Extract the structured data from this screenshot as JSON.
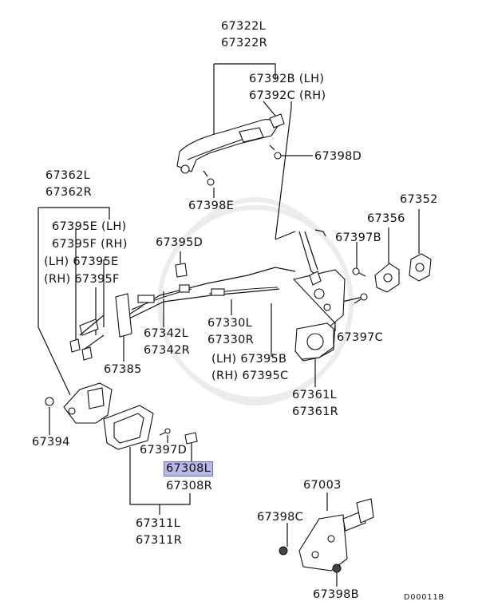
{
  "labels": {
    "p67322": [
      "67322L",
      "67322R"
    ],
    "p67392": [
      "67392B (LH)",
      "67392C (RH)"
    ],
    "p67398d": "67398D",
    "p67362": [
      "67362L",
      "67362R"
    ],
    "p67398e": "67398E",
    "p67352": "67352",
    "p67356": "67356",
    "p67395e_lh": "67395E (LH)",
    "p67395f_rh": "67395F (RH)",
    "lh_67395e": "(LH) 67395E",
    "rh_67395f": "(RH) 67395F",
    "p67395d": "67395D",
    "p67397b": "67397B",
    "p67342": [
      "67342L",
      "67342R"
    ],
    "p67330": [
      "67330L",
      "67330R"
    ],
    "p67397c": "67397C",
    "p67385": "67385",
    "lh_67395b": "(LH) 67395B",
    "rh_67395c": "(RH) 67395C",
    "p67361": [
      "67361L",
      "67361R"
    ],
    "p67394": "67394",
    "p67397d": "67397D",
    "p67308": [
      "67308L",
      "67308R"
    ],
    "p67003": "67003",
    "p67311": [
      "67311L",
      "67311R"
    ],
    "p67398c": "67398C",
    "p67398b": "67398B",
    "code": "D00011B"
  },
  "highlight_color": "#b9b9e8"
}
